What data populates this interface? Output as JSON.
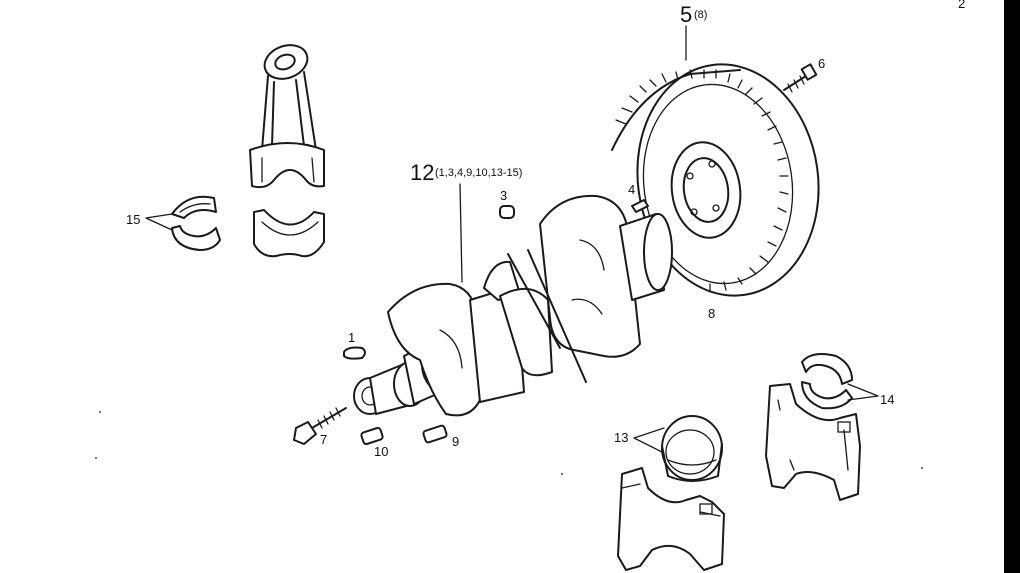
{
  "corner_mark": "2",
  "labels": {
    "p1": "1",
    "p3": "3",
    "p4": "4",
    "p5": "5",
    "p5_sub": "(8)",
    "p6": "6",
    "p7": "7",
    "p8": "8",
    "p9": "9",
    "p10": "10",
    "p12": "12",
    "p12_sub": "(1,3,4,9,10,13-15)",
    "p13": "13",
    "p14": "14",
    "p15": "15"
  }
}
